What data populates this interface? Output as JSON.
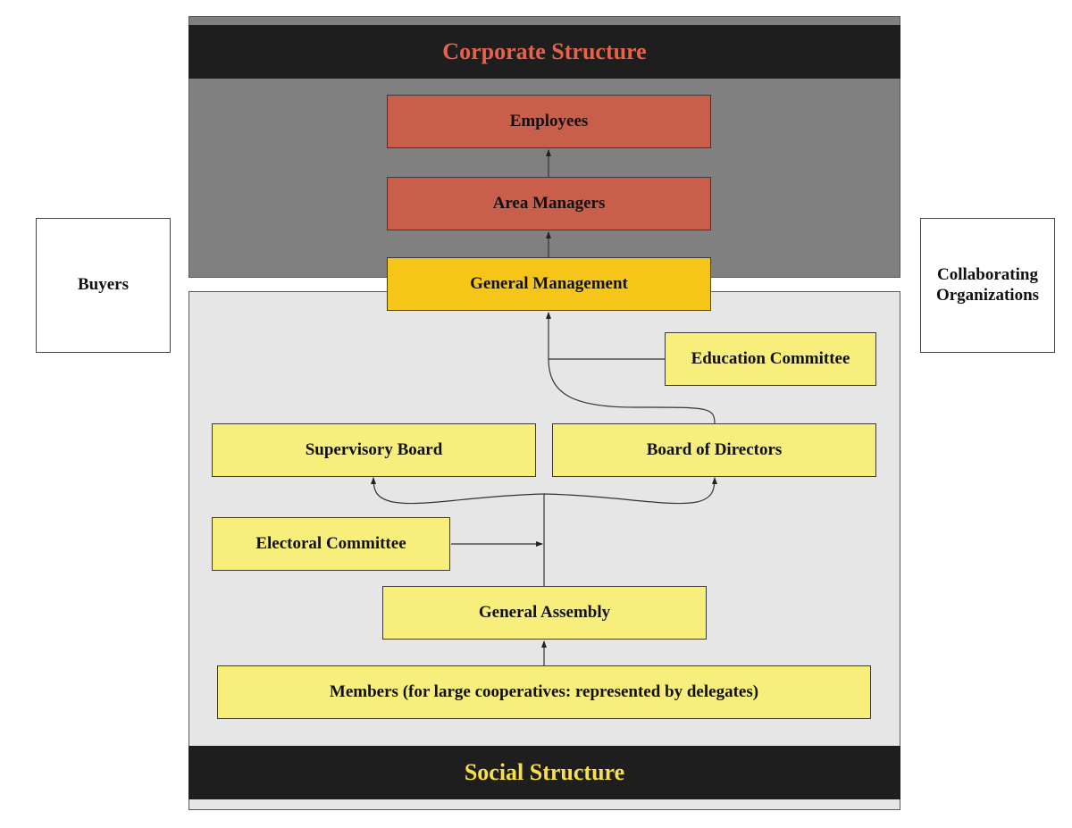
{
  "headers": {
    "corporate": "Corporate Structure",
    "social": "Social Structure"
  },
  "corporate": {
    "employees": "Employees",
    "area_managers": "Area Managers",
    "general_management": "General Management"
  },
  "side": {
    "buyers": "Buyers",
    "collaborating": "Collaborating Organizations"
  },
  "social": {
    "education_committee": "Education Committee",
    "supervisory_board": "Supervisory Board",
    "board_of_directors": "Board of Directors",
    "electoral_committee": "Electoral Committee",
    "general_assembly": "General Assembly",
    "members": "Members (for large cooperatives: represented by delegates)"
  },
  "colors": {
    "corporate_title": "#e8624a",
    "social_title": "#f7e04a",
    "corporate_box": "#c95e4a",
    "management_box": "#f5c518",
    "social_box": "#f7ee7b",
    "corporate_panel": "#808080",
    "social_panel": "#e6e6e6"
  }
}
